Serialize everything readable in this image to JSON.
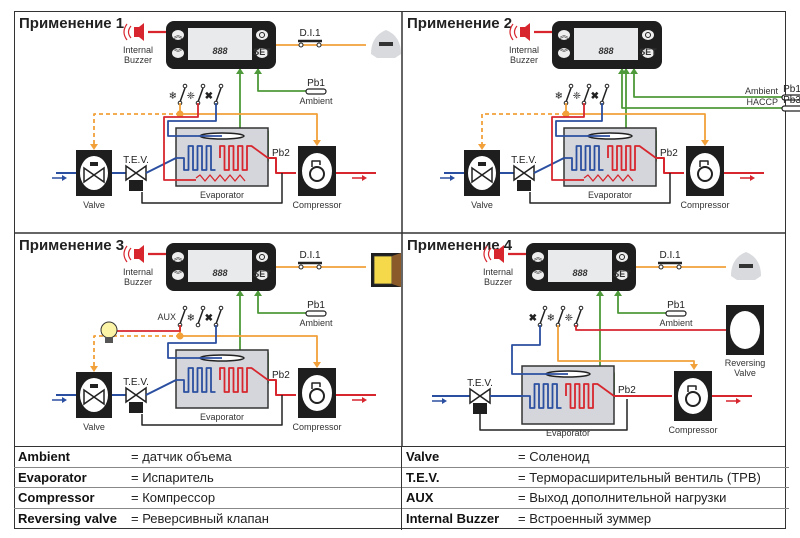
{
  "panels": [
    {
      "title": "Применение 1",
      "buzzer": "Internal Buzzer",
      "di": "D.I.1",
      "di_device": "light-sensor",
      "pb1": "Pb1",
      "pb1_label": "Ambient",
      "pb2": "Pb2",
      "valve": "Valve",
      "tev": "T.E.V.",
      "evaporator": "Evaporator",
      "compressor": "Compressor",
      "relays": [
        "compressor-snowflake",
        "defrost-snowflake",
        "fan"
      ],
      "defrost_heater": true
    },
    {
      "title": "Применение 2",
      "buzzer": "Internal Buzzer",
      "pb1": "Pb1",
      "pb1_label": "Ambient",
      "pb3": "Pb3",
      "pb3_label": "HACCP",
      "pb2": "Pb2",
      "valve": "Valve",
      "tev": "T.E.V.",
      "evaporator": "Evaporator",
      "compressor": "Compressor",
      "relays": [
        "compressor-snowflake",
        "defrost-snowflake",
        "fan"
      ],
      "defrost_heater": true
    },
    {
      "title": "Применение 3",
      "buzzer": "Internal Buzzer",
      "di": "D.I.1",
      "di_device": "door",
      "pb1": "Pb1",
      "pb1_label": "Ambient",
      "pb2": "Pb2",
      "aux": "AUX",
      "valve": "Valve",
      "tev": "T.E.V.",
      "evaporator": "Evaporator",
      "compressor": "Compressor",
      "relays": [
        "aux",
        "compressor-snowflake",
        "fan"
      ],
      "load": "light-bulb"
    },
    {
      "title": "Применение 4",
      "buzzer": "Internal Buzzer",
      "di": "D.I.1",
      "di_device": "light-sensor",
      "pb1": "Pb1",
      "pb1_label": "Ambient",
      "pb2": "Pb2",
      "tev": "T.E.V.",
      "evaporator": "Evaporator",
      "compressor": "Compressor",
      "reversing_valve": "Reversing Valve",
      "relays": [
        "fan",
        "compressor-snowflake",
        "defrost-snowflake"
      ]
    }
  ],
  "display": {
    "digits": "888",
    "up_button": "up",
    "down_button": "down",
    "power_button": "power",
    "set_button": "SET"
  },
  "colors": {
    "red": "#d7262e",
    "blue": "#2b4fa0",
    "orange": "#f2a13a",
    "green": "#4e9a3a",
    "dark": "#1e1e1e",
    "evap_bg": "#d4d6db"
  },
  "legend": {
    "left": [
      {
        "key": "Ambient",
        "value": "= датчик объема"
      },
      {
        "key": "Evaporator",
        "value": "= Испаритель"
      },
      {
        "key": "Compressor",
        "value": "= Компрессор"
      },
      {
        "key": "Reversing valve",
        "value": "= Реверсивный клапан"
      }
    ],
    "right": [
      {
        "key": "Valve",
        "value": "= Соленоид"
      },
      {
        "key": "T.E.V.",
        "value": "= Терморасширительный вентиль (ТРВ)"
      },
      {
        "key": "AUX",
        "value": "= Выход дополнительной нагрузки"
      },
      {
        "key": "Internal Buzzer",
        "value": "= Встроенный зуммер"
      }
    ]
  }
}
